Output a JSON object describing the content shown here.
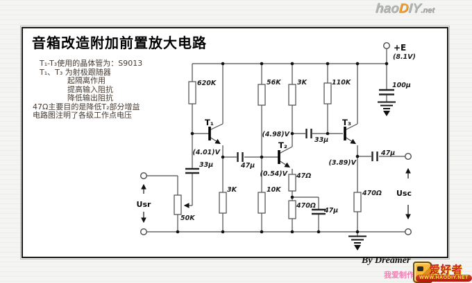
{
  "title": "音箱改造附加前置放大电路",
  "info": {
    "lines": [
      "T₁-T₃使用的晶体管为：S9013",
      "T₁、T₃ 为射极跟随器",
      "起隔离作用",
      "提高输入阻抗",
      "降低输出阻抗",
      "47Ω主要目的是降低T₂部分增益",
      "电路图注明了各级工作点电压"
    ]
  },
  "circuit": {
    "power": {
      "terminal": "+E",
      "voltage": "(8.1V)",
      "cap": "100µ"
    },
    "transistors": {
      "t1": "T₁",
      "t2": "T₂",
      "t3": "T₃"
    },
    "resistors": {
      "r_base1": "620K",
      "r_b2_top": "56K",
      "r_c2": "3K",
      "r_b3": "110K",
      "r_e1": "3K",
      "r_b2_bot": "10K",
      "r_e2a": "47Ω",
      "r_e2b": "470Ω",
      "r_e3": "470Ω",
      "pot": "50K"
    },
    "capacitors": {
      "c_in": "33µ",
      "c_stage12": "47µ",
      "c_stage23": "33µ",
      "c_bypass": "47µ",
      "c_out": "47µ"
    },
    "voltages": {
      "v_e1": "(4.01)V",
      "v_c2": "(4.98)V",
      "v_e2": "(0.54)V",
      "v_e3": "(3.89)V"
    },
    "ports": {
      "input": "Usr",
      "output": "Usc"
    }
  },
  "watermark_top": {
    "part1": "hao",
    "part2": "D",
    "part3": "IY",
    "part4": ".net"
  },
  "footer": {
    "credit": "By Dreamer",
    "site_name": "我爱制作网",
    "logo_text": "爱好者",
    "logo_url": "WWW.HAODIY.NET"
  },
  "colors": {
    "wire": "#4a4a4a",
    "frame_border": "#161616",
    "info_text": "#453a30",
    "logo_red": "#d42b1e",
    "logo_pink": "#ef7fb5",
    "logo_orange": "#f0a030",
    "logo_yellow": "#ffe43f"
  }
}
